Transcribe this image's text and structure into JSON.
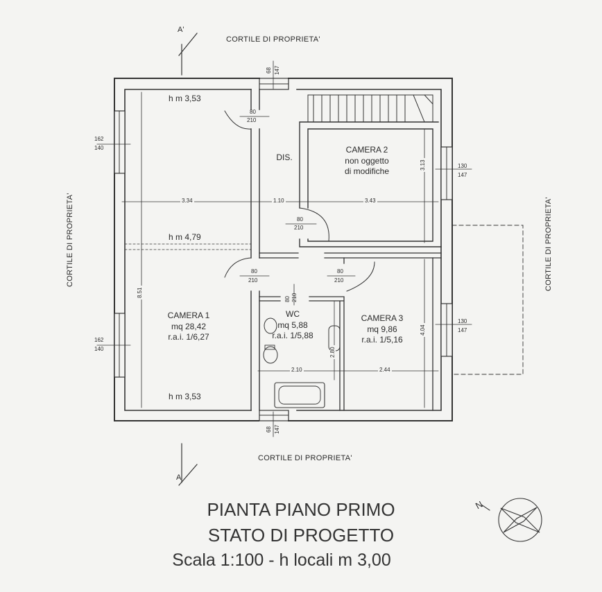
{
  "surroundings": {
    "top": "CORTILE DI PROPRIETA'",
    "bottom": "CORTILE DI PROPRIETA'",
    "left": "CORTILE DI PROPRIETA'",
    "right": "CORTILE DI PROPRIETA'"
  },
  "section_marks": {
    "top": "A'",
    "bottom": "A"
  },
  "rooms": {
    "dis": "DIS.",
    "camera2": {
      "name": "CAMERA 2",
      "line2": "non oggetto",
      "line3": "di modifiche"
    },
    "camera1": {
      "name": "CAMERA 1",
      "area": "mq 28,42",
      "rai": "r.a.i. 1/6,27"
    },
    "wc": {
      "name": "WC",
      "area": "mq 5,88",
      "rai": "r.a.i. 1/5,88"
    },
    "camera3": {
      "name": "CAMERA 3",
      "area": "mq 9,86",
      "rai": "r.a.i. 1/5,16"
    }
  },
  "heights": {
    "top": "h m 3,53",
    "mid": "h m 4,79",
    "bottom": "h m 3,53"
  },
  "doors": {
    "dis_top": {
      "w": "80",
      "h": "210"
    },
    "dis_mid": {
      "w": "80",
      "h": "210"
    },
    "cam1": {
      "w": "80",
      "h": "210"
    },
    "cam3": {
      "w": "80",
      "h": "210"
    },
    "wc": {
      "w": "80",
      "h": "210"
    }
  },
  "windows": {
    "top": {
      "a": "68",
      "b": "147"
    },
    "bottom": {
      "a": "68",
      "b": "147"
    },
    "left_upper": {
      "a": "162",
      "b": "140"
    },
    "left_lower": {
      "a": "162",
      "b": "140"
    },
    "right_upper": {
      "a": "130",
      "b": "147"
    },
    "right_lower": {
      "a": "130",
      "b": "147"
    }
  },
  "dimensions": {
    "w_left": "3.34",
    "w_dis": "1.10",
    "w_right": "3.43",
    "w_wc": "2.10",
    "w_cam3": "2.44",
    "h_total": "8.51",
    "h_cam2": "3.13",
    "h_cam3": "4.04",
    "h_wc": "2.80"
  },
  "title": {
    "line1": "PIANTA PIANO PRIMO",
    "line2": "STATO DI PROGETTO",
    "line3": "Scala 1:100 -  h locali m 3,00"
  },
  "north": "N"
}
